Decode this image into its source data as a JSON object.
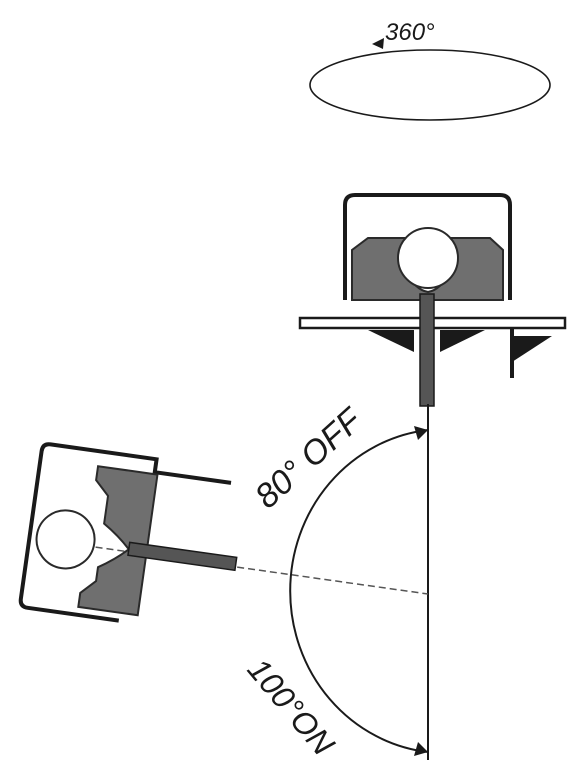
{
  "diagram": {
    "rotation_label": "360°",
    "off_angle_label": "80° OFF",
    "on_angle_label": "100°ON"
  },
  "colors": {
    "line": "#1a1a1a",
    "housing_fill": "#6f6f6f",
    "housing_dark": "#4a4a4a",
    "background": "#ffffff"
  }
}
